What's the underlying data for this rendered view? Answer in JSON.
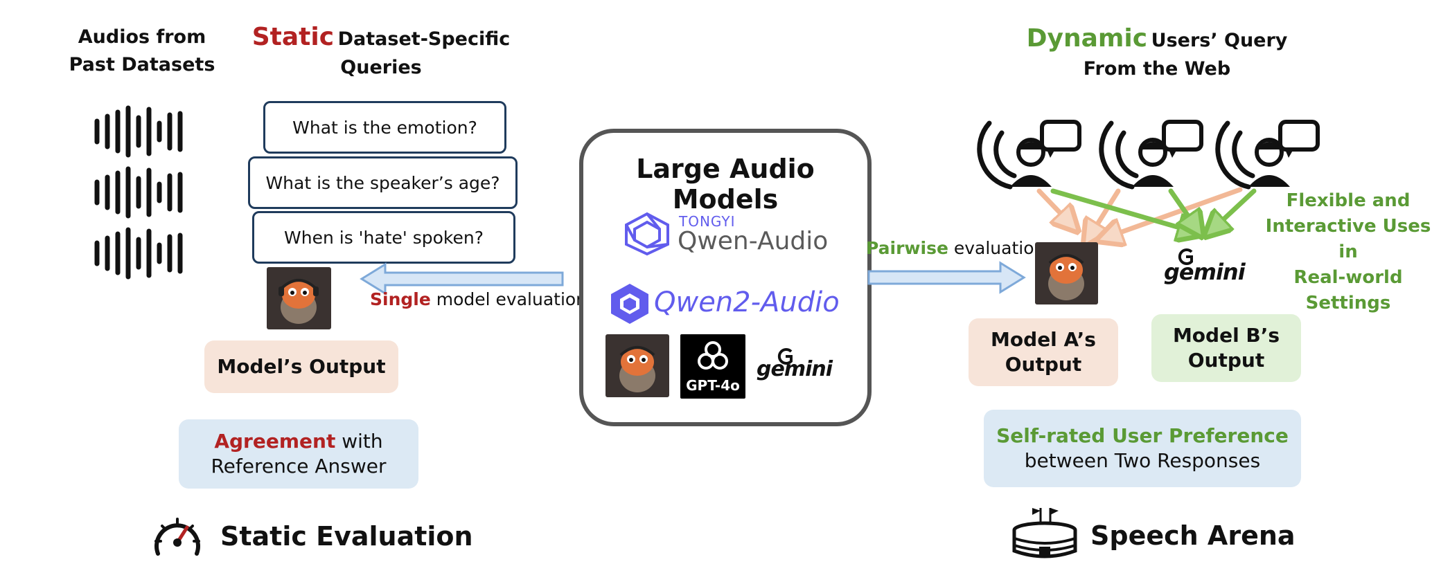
{
  "left": {
    "audio_title": [
      "Audios from",
      "Past Datasets"
    ],
    "static_word": "Static",
    "static_rest": "Dataset-Specific",
    "static_line2": "Queries",
    "queries": [
      "What is the emotion?",
      "What is the speaker’s age?",
      "When is 'hate' spoken?"
    ],
    "single_word": "Single",
    "single_rest": " model evaluation",
    "output_label": "Model’s Output",
    "agreement_word": "Agreement",
    "agreement_rest": " with",
    "agreement_line2": "Reference Answer",
    "footer": "Static Evaluation"
  },
  "center": {
    "title": "Large Audio Models",
    "tongyi": "TONGYI",
    "qwen_audio": "Qwen-Audio",
    "qwen2_audio": "Qwen2-Audio",
    "gpt4o": "GPT-4o",
    "gemini": "gemini"
  },
  "right": {
    "dynamic_word": "Dynamic",
    "dynamic_rest": "Users’ Query",
    "dynamic_line2": "From the Web",
    "pairwise_word": "Pairwise",
    "pairwise_rest": " evaluation",
    "flexible_lines": [
      "Flexible and",
      "Interactive Uses in",
      "Real-world Settings"
    ],
    "gemini": "gemini",
    "model_a_output": [
      "Model A’s",
      "Output"
    ],
    "model_b_output": [
      "Model B’s",
      "Output"
    ],
    "pref_line1": "Self-rated User Preference",
    "pref_line2": "between Two Responses",
    "footer": "Speech Arena"
  },
  "colors": {
    "red_accent": "#b22222",
    "green_accent": "#5a9a35",
    "query_border": "#1f3b5c",
    "peach_panel": "#f7e4d9",
    "green_panel": "#e1f1d8",
    "blue_panel": "#dce9f4",
    "arrow_blue": "#7ea9d9",
    "arrow_orange": "#f2b896",
    "arrow_green": "#7cbf4c",
    "qwen_purple": "#615ced",
    "center_border": "#555555"
  },
  "icons": [
    "audio-waveform-icon",
    "fish-avatar-icon",
    "speedometer-icon",
    "stadium-icon",
    "user-speech-icon",
    "openai-logo-icon",
    "gemini-logo-icon",
    "qwen-logo-icon"
  ]
}
